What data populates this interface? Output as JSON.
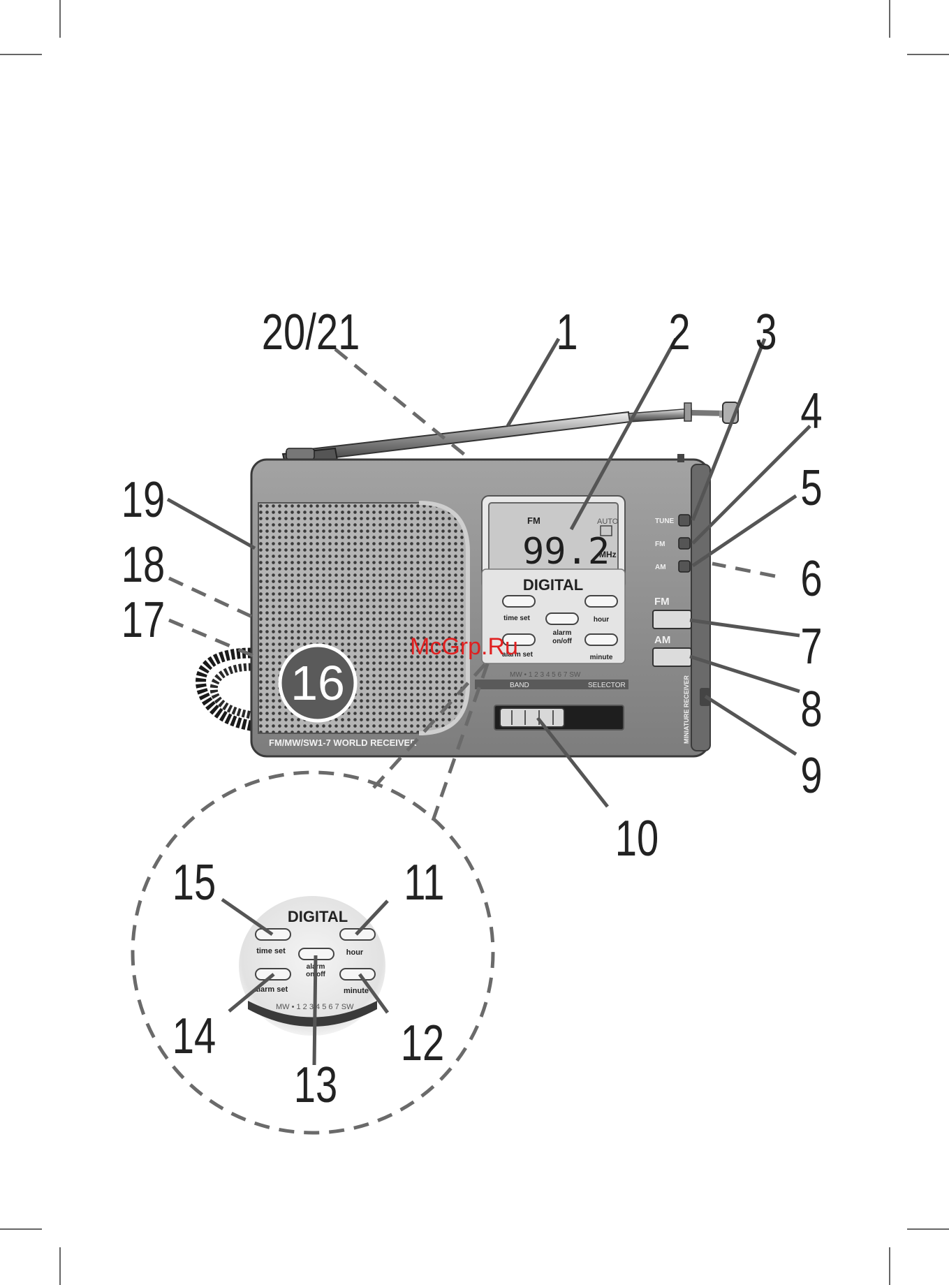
{
  "callouts": {
    "c1": "1",
    "c2": "2",
    "c3": "3",
    "c4": "4",
    "c5": "5",
    "c6": "6",
    "c7": "7",
    "c8": "8",
    "c9": "9",
    "c10": "10",
    "c11": "11",
    "c12": "12",
    "c13": "13",
    "c14": "14",
    "c15": "15",
    "c16": "16",
    "c17": "17",
    "c18": "18",
    "c19": "19",
    "c20_21": "20/21"
  },
  "display": {
    "band": "FM",
    "auto": "AUTO",
    "frequency": "99.2",
    "unit": "MHz"
  },
  "panel": {
    "brand": "DIGITAL",
    "time_set": "time set",
    "hour": "hour",
    "alarm_line1": "alarm",
    "alarm_line2": "on/off",
    "alarm_set": "alarm set",
    "minute": "minute",
    "band_scale": "MW • 1 2 3 4 5 6 7 SW",
    "band": "BAND",
    "selector": "SELECTOR"
  },
  "side": {
    "tune": "TUNE",
    "fm_led": "FM",
    "am_led": "AM",
    "fm_button": "FM",
    "am_button": "AM",
    "vertical_text": "MINIATURE RECEIVER"
  },
  "body_label": "FM/MW/SW1-7 WORLD RECEIVER",
  "zoom": {
    "brand": "DIGITAL",
    "time_set": "time set",
    "hour": "hour",
    "alarm_line1": "alarm",
    "alarm_line2": "on/off",
    "alarm_set": "alarm set",
    "minute": "minute",
    "band_scale": "MW • 1 2 3 4 5 6 7 SW"
  },
  "watermark": "McGrp.Ru",
  "colors": {
    "body": "#8e8e8e",
    "body_dark": "#6f6f6f",
    "speaker": "#b8b8b8",
    "lcd": "#c9c9c9",
    "panel": "#e4e4e4",
    "watermark": "#e02020"
  }
}
